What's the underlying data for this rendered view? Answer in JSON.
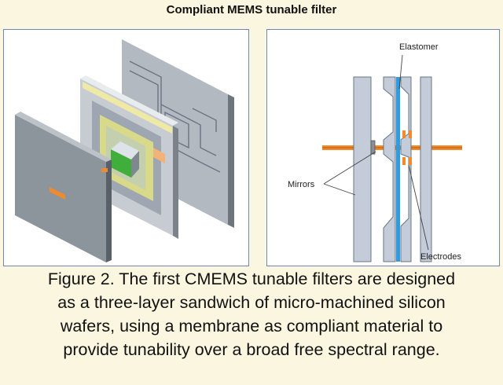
{
  "title": "Compliant MEMS tunable filter",
  "labels": {
    "elastomer": "Elastomer",
    "mirrors": "Mirrors",
    "electrodes": "Electrodes"
  },
  "caption": {
    "lines": [
      "Figure 2. The first CMEMS tunable filters are designed",
      "as a three-layer sandwich of micro-machined silicon",
      "wafers, using a membrane as compliant material to",
      "provide tunability over a broad free spectral range."
    ]
  },
  "colors": {
    "background": "#fbf6df",
    "panel_border": "#6f86b5",
    "wafer_gray": "#9aa3ad",
    "elastomer_blue": "#2f9be0",
    "beam_orange": "#f08a2c",
    "chip_green": "#3fae3a"
  }
}
